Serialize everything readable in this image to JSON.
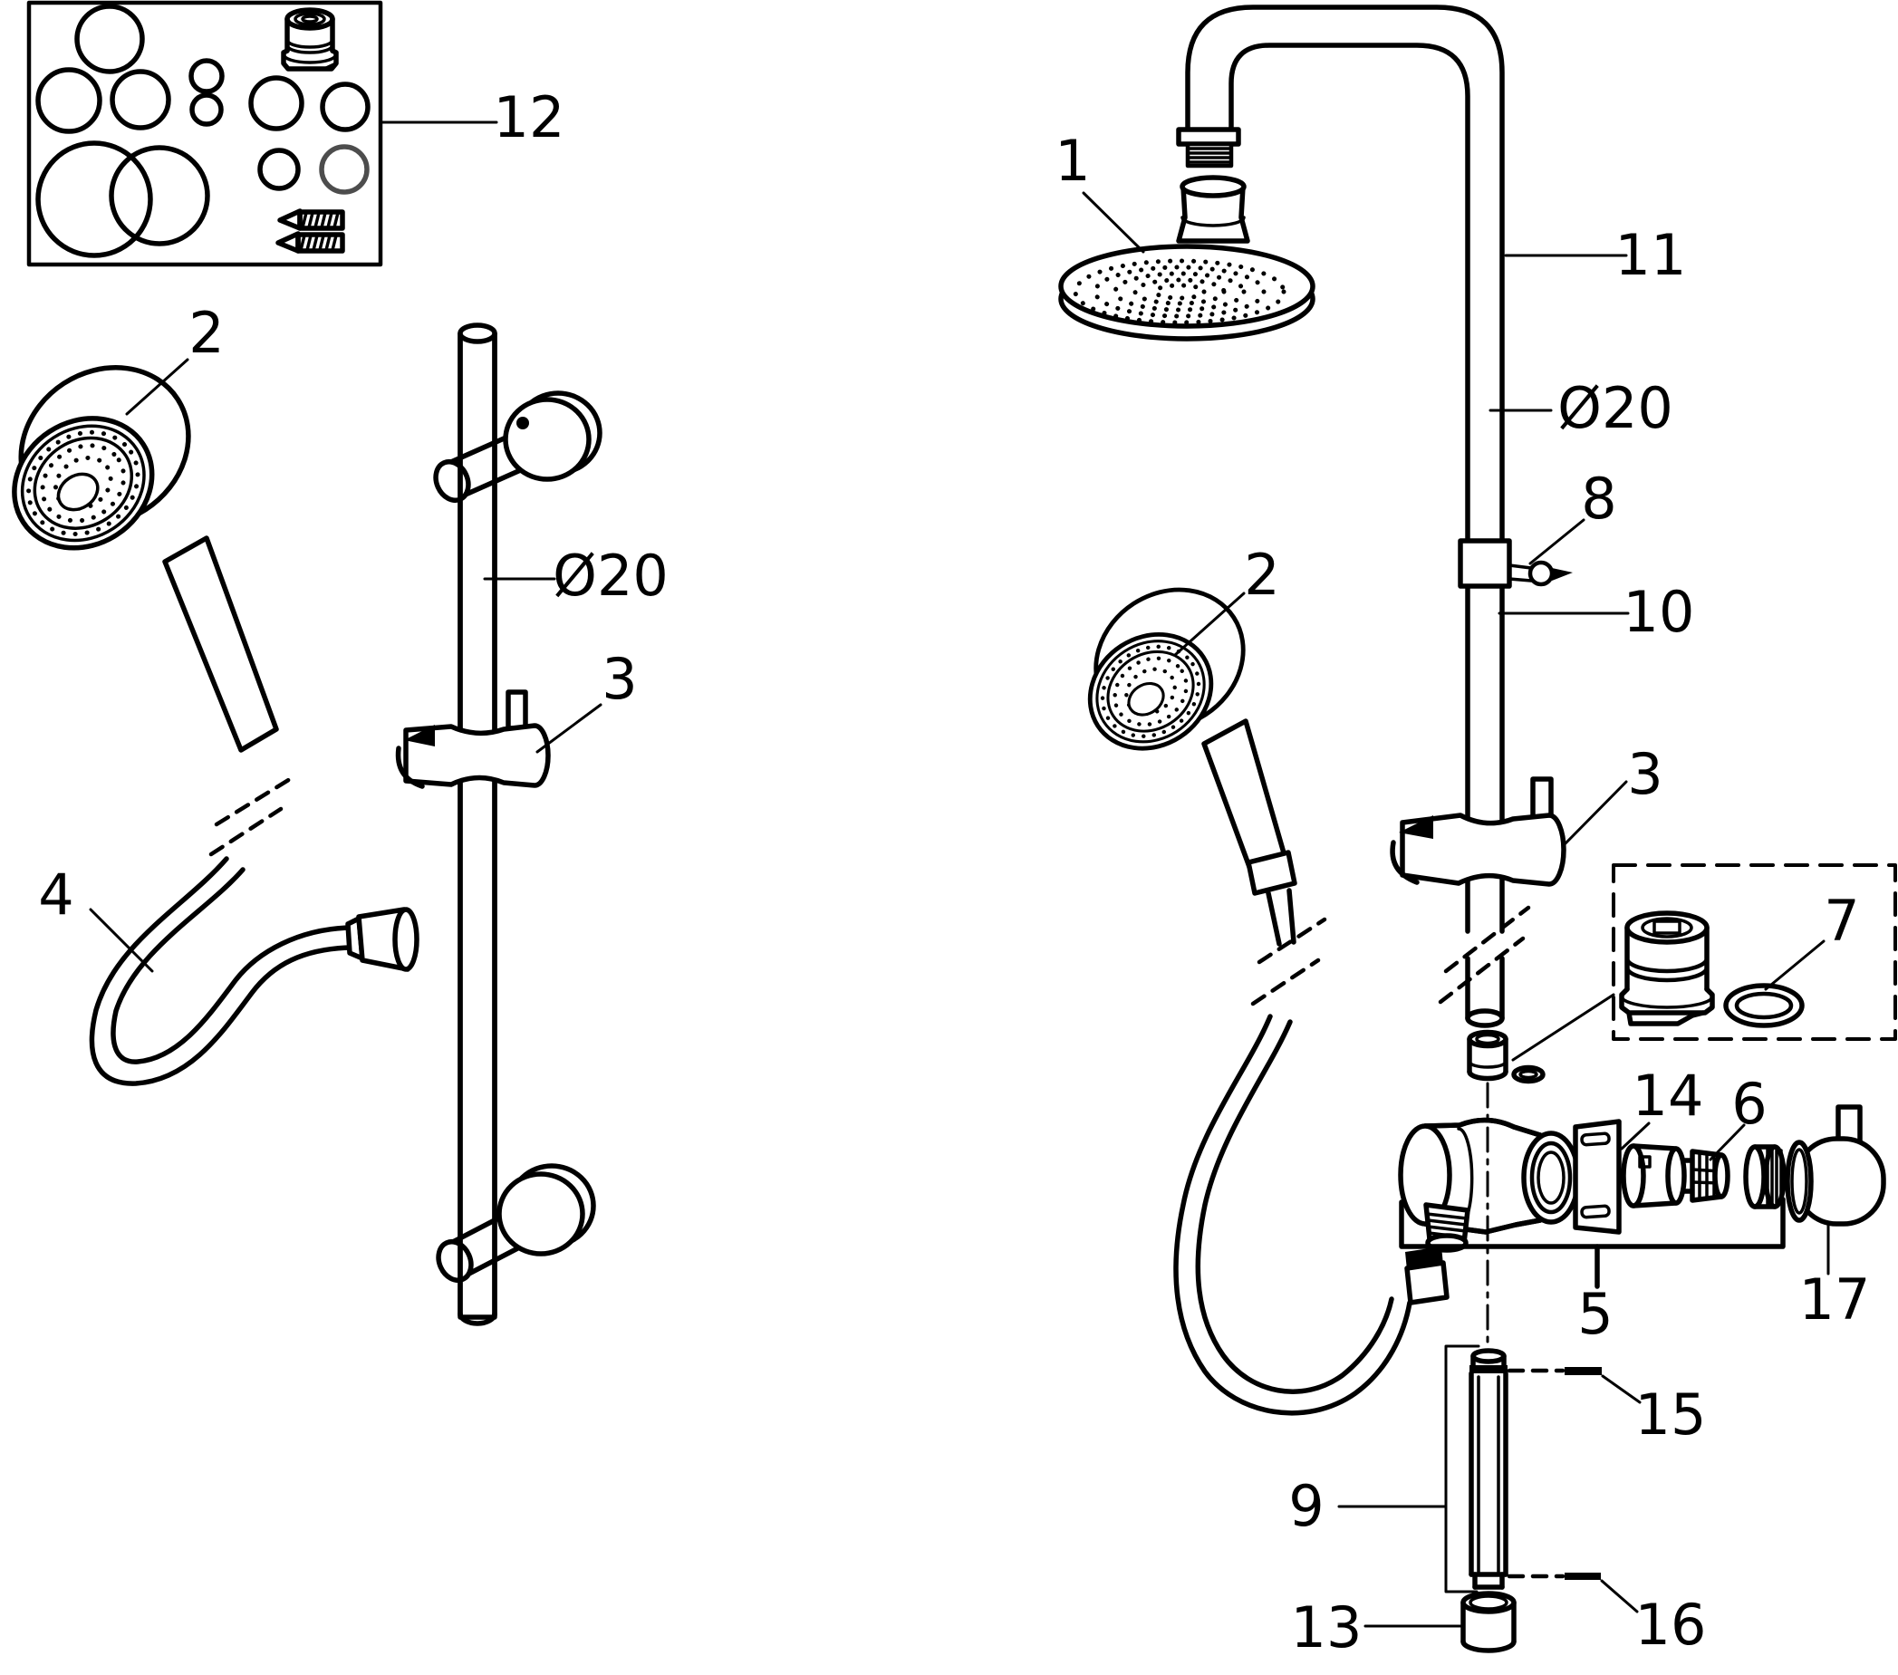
{
  "diagram": {
    "type": "exploded-parts-diagram",
    "subject": "shower system spare parts",
    "background": "#ffffff",
    "line_color": "#000000",
    "gray_ring_color": "#4d4d4d"
  },
  "labels": {
    "part1": "1",
    "part2": "2",
    "part3": "3",
    "part4": "4",
    "part5": "5",
    "part6": "6",
    "part7": "7",
    "part8": "8",
    "part9": "9",
    "part10": "10",
    "part11": "11",
    "part12": "12",
    "part13": "13",
    "part14": "14",
    "part15": "15",
    "part16": "16",
    "part17": "17",
    "diameter": "Ø20"
  }
}
